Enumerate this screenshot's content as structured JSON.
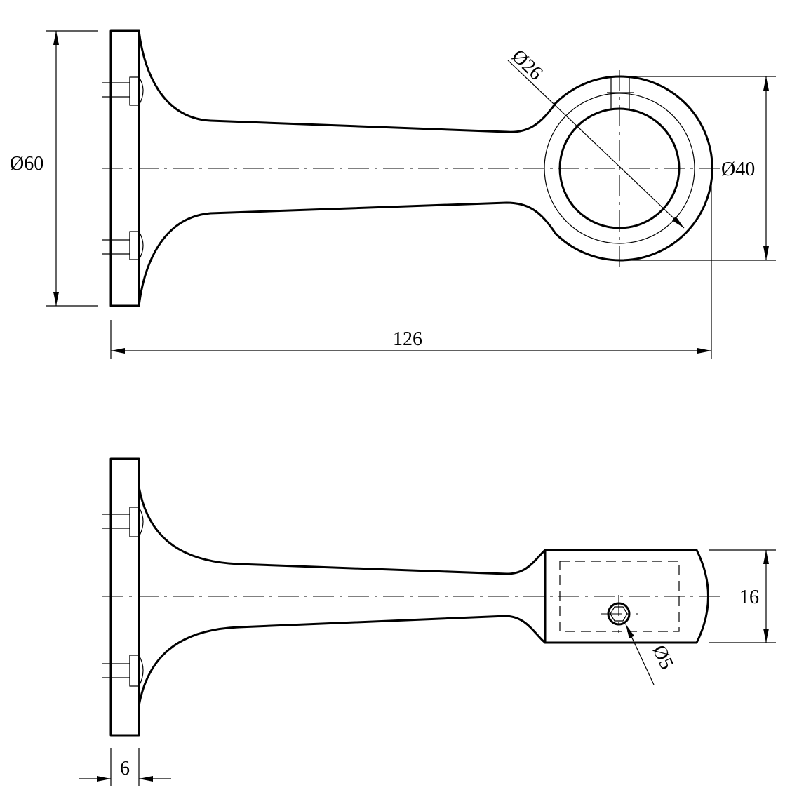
{
  "top_view": {
    "dim_flange_diameter": "Ø60",
    "dim_inner_diameter": "Ø26",
    "dim_ring_diameter": "Ø40",
    "dim_overall_length": "126"
  },
  "side_view": {
    "dim_head_thickness": "16",
    "dim_hole_diameter": "Ø5",
    "dim_flange_thickness": "6"
  }
}
